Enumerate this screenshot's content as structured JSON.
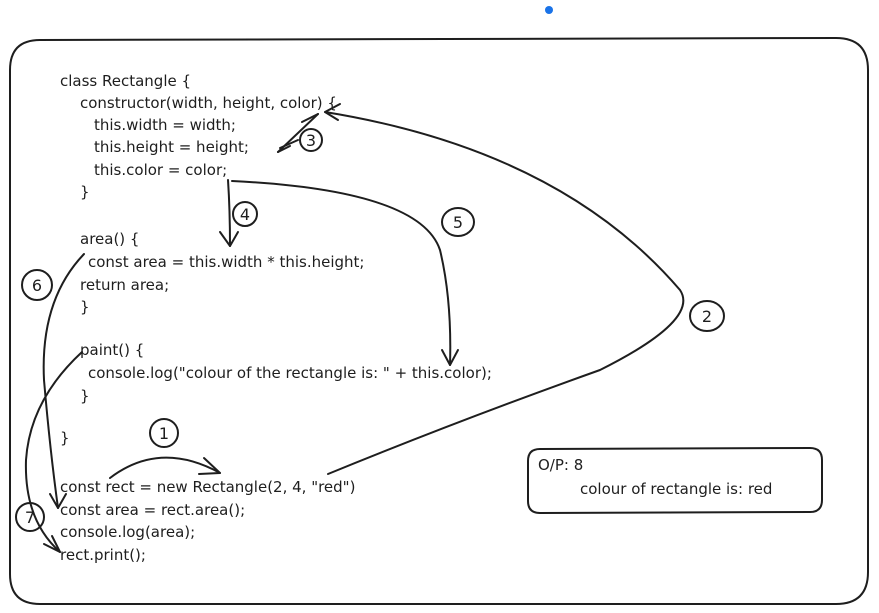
{
  "code_lines": [
    "class Rectangle {",
    "constructor(width, height, color) {",
    "this.width = width;",
    "this.height = height;",
    "this.color = color;",
    "}",
    "area() {",
    "const area = this.width * this.height;",
    "return area;",
    "}",
    "paint() {",
    "console.log(\"colour of the rectangle is: \" + this.color);",
    "}",
    "}",
    "const rect = new Rectangle(2, 4, \"red\")",
    "const area = rect.area();",
    "console.log(area);",
    "rect.print();"
  ],
  "step_labels": [
    "1",
    "2",
    "3",
    "4",
    "5",
    "6",
    "7"
  ],
  "output": {
    "line1": "O/P: 8",
    "line2": "colour of rectangle is: red"
  },
  "colors": {
    "ink": "#1e1e1e",
    "cursor_dot": "#1a73e8",
    "background": "#ffffff"
  }
}
